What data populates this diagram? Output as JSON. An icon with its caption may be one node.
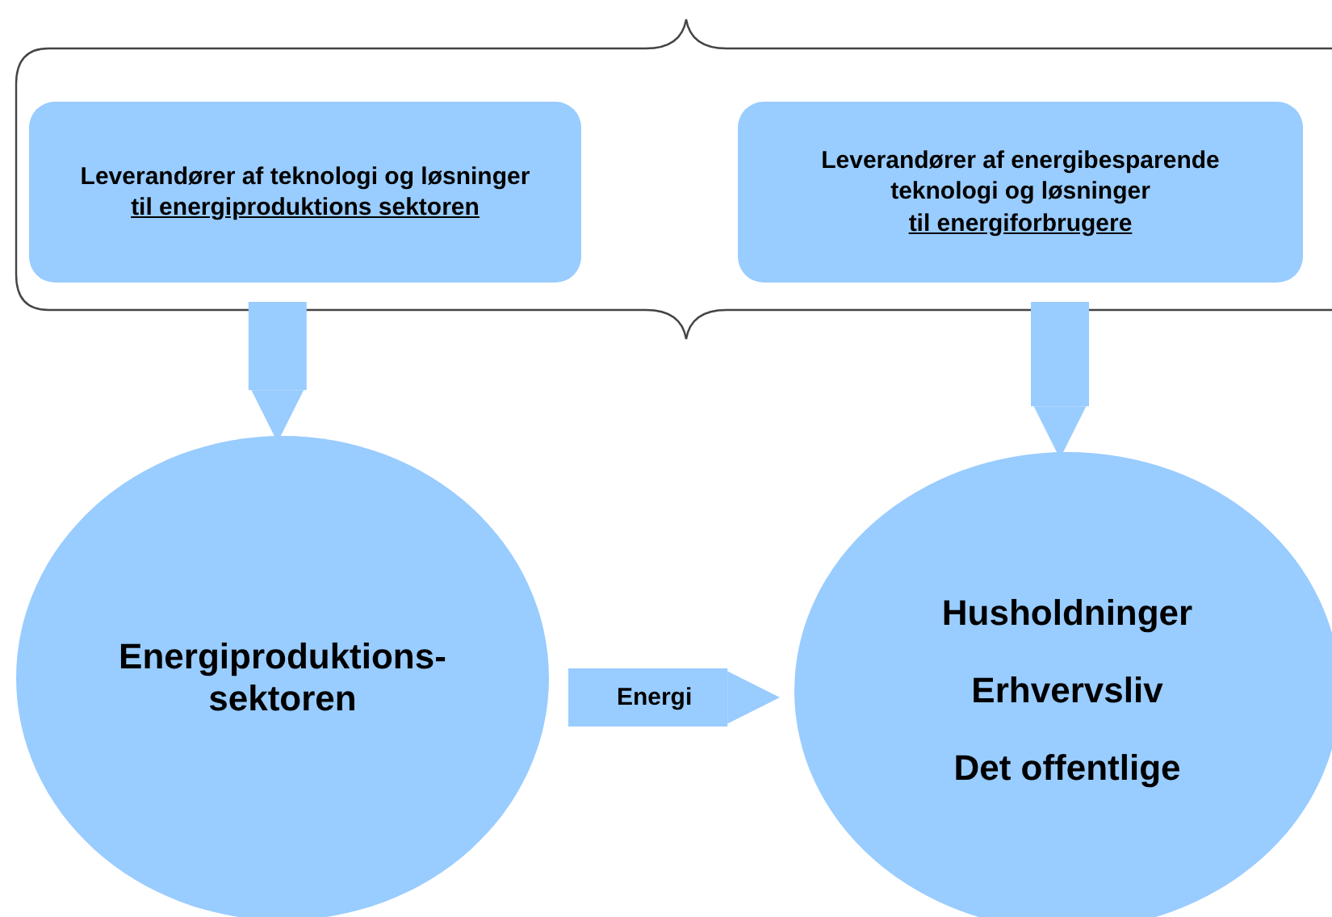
{
  "diagram": {
    "nodes": [
      {
        "text": [
          "Leverandører af teknologi og løsninger",
          "til energiproduktions sektoren"
        ]
      },
      {
        "text": [
          "Leverandører af energibesparende teknologi og løsninger",
          "til energiforbrugere"
        ]
      },
      {
        "text": [
          "Energiproduktions-sektoren"
        ]
      },
      {
        "text": [
          "Husholdninger",
          "Erhvervsliv",
          "Det offentlige"
        ]
      }
    ],
    "edges": [
      {
        "from": 0,
        "to": 2,
        "arrow": "to"
      },
      {
        "from": 1,
        "to": 3,
        "arrow": "to"
      },
      {
        "from": 2,
        "to": 3,
        "arrow": "to",
        "label": "Energi"
      }
    ]
  }
}
